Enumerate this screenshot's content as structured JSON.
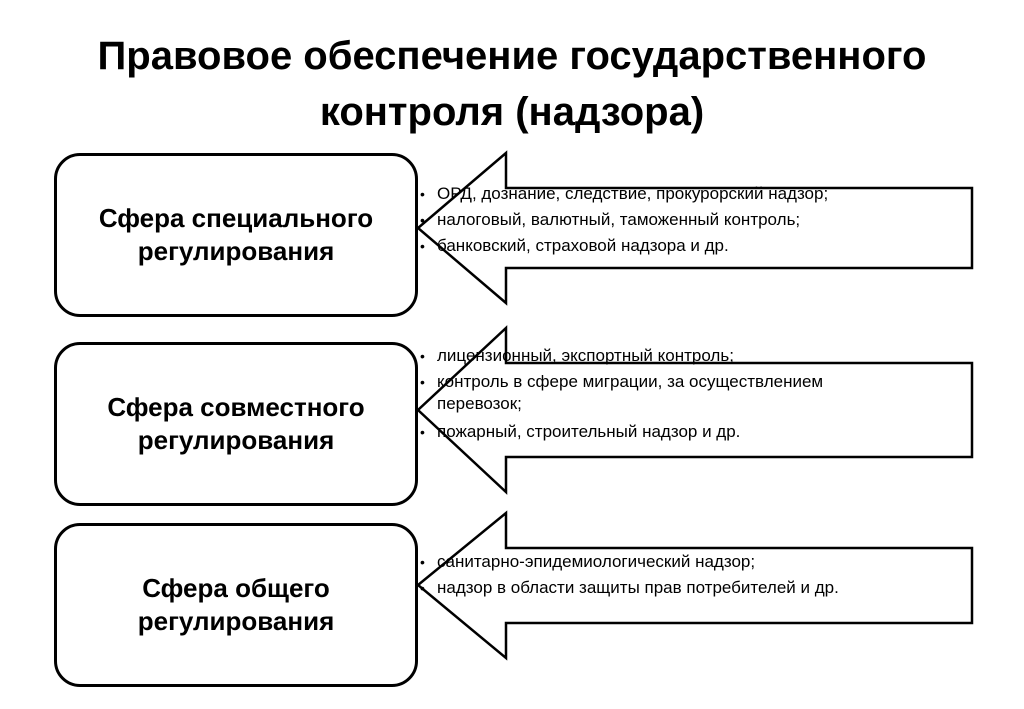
{
  "title": {
    "line1": "Правовое обеспечение государственного",
    "line2": "контроля (надзора)"
  },
  "spheres": [
    {
      "line1": "Сфера специального",
      "line2": "регулирования",
      "items": [
        "ОРД, дознание, следствие, прокурорский надзор;",
        "налоговый, валютный, таможенный  контроль;",
        "банковский, страховой надзора и др."
      ]
    },
    {
      "line1": "Сфера совместного",
      "line2": "регулирования",
      "items": [
        "лицензионный, экспортный  контроль;",
        "контроль в сфере  миграции, за осуществлением перевозок;",
        "пожарный, строительный надзор и др."
      ]
    },
    {
      "line1": "Сфера общего",
      "line2": "регулирования",
      "items": [
        "санитарно-эпидемиологический надзор;",
        "надзор в области защиты прав потребителей и др."
      ]
    }
  ],
  "colors": {
    "line": "#000000",
    "background": "#ffffff"
  },
  "bullet_glyph": "•"
}
